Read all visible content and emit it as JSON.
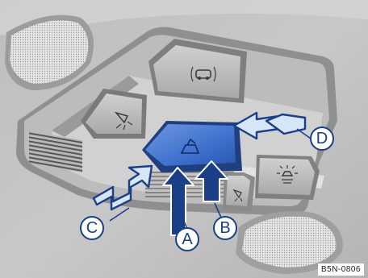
{
  "figure": {
    "callouts": {
      "a": "A",
      "b": "B",
      "c": "C",
      "d": "D"
    },
    "reference_code": "B5N-0806",
    "icons": {
      "reading_lamp_left": "reading-lamp-icon",
      "alarm_button": "car-alarm-icon",
      "sunroof_button": "sunroof-icon",
      "reading_lamp_right": "reading-lamp-icon",
      "interior_light_button": "interior-light-icon"
    },
    "colors": {
      "arrow_blue": "#1a3f86",
      "arrow_light": "#d7e6f7",
      "button_highlight": "#3f71cf",
      "panel_gray": "#c9c9c9"
    }
  }
}
